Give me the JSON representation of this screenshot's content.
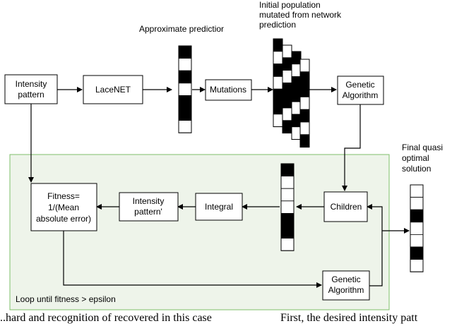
{
  "diagram": {
    "nodes": {
      "intensity_pattern": [
        "Intensity",
        "pattern"
      ],
      "lacenet": [
        "LaceNET"
      ],
      "mutations": [
        "Mutations"
      ],
      "genetic_algorithm_top": [
        "Genetic",
        "Algorithm"
      ],
      "children": [
        "Children"
      ],
      "integral": [
        "Integral"
      ],
      "intensity_pattern_prime": [
        "Intensity",
        "pattern'"
      ],
      "fitness": [
        "Fitness=",
        "1/(Mean",
        "absolute error)"
      ],
      "genetic_algorithm_bottom": [
        "Genetic",
        "Algorithm"
      ]
    },
    "annotations": {
      "approximate_prediction": [
        "Approximate predictior"
      ],
      "initial_population": [
        "Initial population",
        "mutated from network",
        "prediction"
      ],
      "final_solution": [
        "Final quasi",
        "optimal",
        "solution"
      ],
      "loop_condition": [
        "Loop until fitness > epsilon"
      ]
    },
    "vectors": {
      "prediction_cells": [
        1,
        0,
        1,
        0,
        1,
        1,
        0
      ],
      "children_cells": [
        1,
        0,
        0,
        0,
        1,
        1,
        0
      ],
      "final_cells": [
        0,
        0,
        1,
        0,
        0,
        1,
        0
      ]
    },
    "colors": {
      "loop_fill": "#eef4ea",
      "loop_border": "#7fbf6a",
      "cell_filled": "#000000",
      "cell_empty": "#ffffff"
    }
  },
  "footer_fragments": [
    "..hard and recognition of recovered  in this case",
    "First, the desired intensity patt"
  ]
}
